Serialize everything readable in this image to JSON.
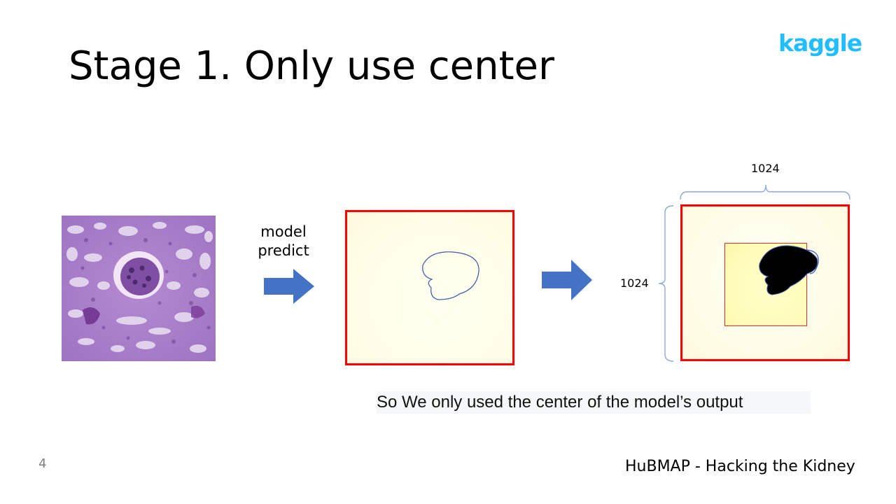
{
  "slide": {
    "title": "Stage 1. Only use center",
    "logo_text": "kaggle",
    "model_label": "model predict",
    "dimension_width": "1024",
    "dimension_height": "1024",
    "caption": "So We only used the center of the model’s output",
    "page_number": "4",
    "footer": "HuBMAP - Hacking the Kidney"
  },
  "icons": {
    "arrow1": "right-arrow-icon",
    "arrow2": "right-arrow-icon"
  },
  "colors": {
    "accent_blue": "#4472c4",
    "frame_red": "#ff0000",
    "logo_blue": "#20beff",
    "tissue_purple": "#a67bc8"
  }
}
